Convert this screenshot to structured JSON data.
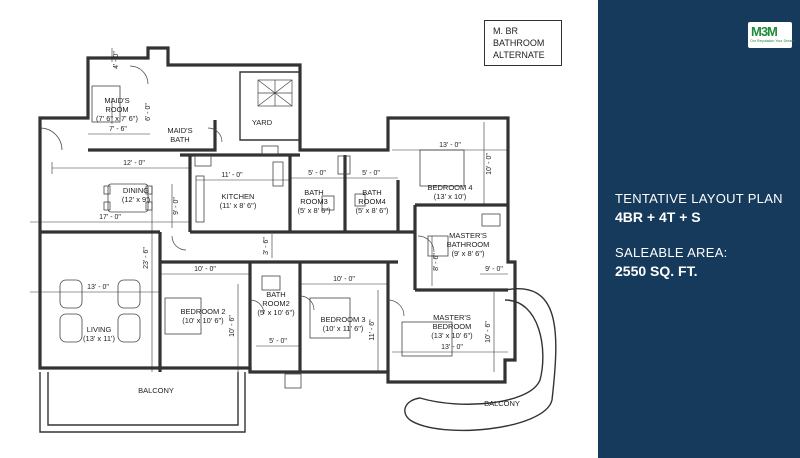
{
  "alternate_note": {
    "line1": "M. BR",
    "line2": "BATHROOM",
    "line3": "ALTERNATE"
  },
  "rooms": {
    "maids_room": {
      "line1": "MAID'S",
      "line2": "ROOM",
      "line3": "(7' 6\" x 7' 6\")"
    },
    "maids_bath": {
      "line1": "MAID'S",
      "line2": "BATH"
    },
    "yard": "YARD",
    "dining": {
      "line1": "DINING",
      "line2": "(12' x 9')"
    },
    "kitchen": {
      "line1": "KITCHEN",
      "line2": "(11' x 8' 6\")"
    },
    "bath_room3": {
      "line1": "BATH",
      "line2": "ROOM3",
      "line3": "(5' x 8' 6\")"
    },
    "bath_room4": {
      "line1": "BATH",
      "line2": "ROOM4",
      "line3": "(5' x 8' 6\")"
    },
    "bedroom4": {
      "line1": "BEDROOM 4",
      "line2": "(13' x 10')"
    },
    "masters_bathroom": {
      "line1": "MASTER'S",
      "line2": "BATHROOM",
      "line3": "(9' x 8' 6\")"
    },
    "living": {
      "line1": "LIVING",
      "line2": "(13' x 11')"
    },
    "bedroom2": {
      "line1": "BEDROOM 2",
      "line2": "(10' x 10' 6\")"
    },
    "bath_room2": {
      "line1": "BATH",
      "line2": "ROOM2",
      "line3": "(5' x 10' 6\")"
    },
    "bedroom3": {
      "line1": "BEDROOM 3",
      "line2": "(10' x 11' 6\")"
    },
    "masters_bedroom": {
      "line1": "MASTER'S",
      "line2": "BEDROOM",
      "line3": "(13' x 10' 6\")"
    },
    "balcony_left": "BALCONY",
    "balcony_right": "BALCONY"
  },
  "dimensions": {
    "d_4_0": "4' - 0\"",
    "d_7_6": "7' - 6\"",
    "d_6_0": "6' - 0\"",
    "d_12_0": "12' - 0\"",
    "d_11_0": "11' - 0\"",
    "d_5_0_a": "5' - 0\"",
    "d_5_0_b": "5' - 0\"",
    "d_13_0_top": "13' - 0\"",
    "d_10_0_v": "10' - 0\"",
    "d_9_0": "9' - 0\"",
    "d_17_0": "17' - 0\"",
    "d_23_6": "23' - 6\"",
    "d_3_6": "3' - 6\"",
    "d_8_6_v": "8' - 6\"",
    "d_9_0_mb": "9' - 0\"",
    "d_13_0_living": "13' - 0\"",
    "d_10_0_br2": "10' - 0\"",
    "d_10_6_br2": "10' - 6\"",
    "d_10_0_br3": "10' - 0\"",
    "d_11_6": "11' - 6\"",
    "d_5_0_bath2": "5' - 0\"",
    "d_13_0_mbr": "13' - 0\"",
    "d_10_6_mbr": "10' - 6\""
  },
  "panel": {
    "logo_text": "M3M",
    "logo_tagline": "Our Reputation Your Dream",
    "layout_title": "TENTATIVE LAYOUT PLAN",
    "configuration": "4BR + 4T + S",
    "area_label": "SALEABLE AREA:",
    "area_value": "2550 SQ. FT.",
    "background_color": "#163a5c"
  }
}
